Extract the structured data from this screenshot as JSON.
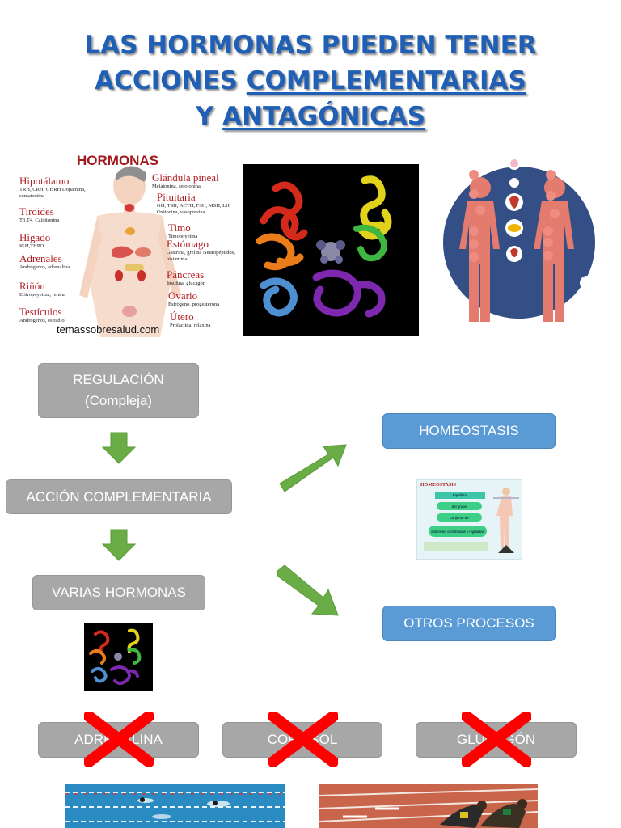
{
  "title": {
    "line1": "LAS HORMONAS PUEDEN TENER",
    "line2_prefix": "ACCIONES ",
    "line2_underlined": "COMPLEMENTARIAS",
    "line3_prefix": "Y ",
    "line3_underlined": "ANTAGÓNICAS"
  },
  "infographic": {
    "heading": "HORMONAS",
    "organs": [
      {
        "name": "Hipotálamo",
        "hormones": "TRH, CRH, GHRH Dopamina, somatostina"
      },
      {
        "name": "Tiroides",
        "hormones": "T3,T4, Calcitonina"
      },
      {
        "name": "Hígado",
        "hormones": "IGH,THPO"
      },
      {
        "name": "Adrenales",
        "hormones": "Andrógenos, adrenalina"
      },
      {
        "name": "Riñón",
        "hormones": "Eritropoyetina, renina"
      },
      {
        "name": "Testículos",
        "hormones": "Andrógenos, estradiol"
      },
      {
        "name": "Glándula pineal",
        "hormones": "Melatonina, serotonina"
      },
      {
        "name": "Pituitaria",
        "hormones": "GH, TSH, ACTH, FSH, MSH, LH Oxitocina, vasopresina"
      },
      {
        "name": "Timo",
        "hormones": "Timopoyetina"
      },
      {
        "name": "Estómago",
        "hormones": "Gastrina, grelina Neuropéptidos, histamina"
      },
      {
        "name": "Páncreas",
        "hormones": "Insulina, glucagón"
      },
      {
        "name": "Ovario",
        "hormones": "Estrógeno, progesterona"
      },
      {
        "name": "Útero",
        "hormones": "Prolactina, relaxina"
      }
    ],
    "watermark": "temassobresalud.com"
  },
  "flow": {
    "regulacion": "REGULACIÓN (Compleja)",
    "accion": "ACCIÓN COMPLEMENTARIA",
    "varias": "VARIAS HORMONAS",
    "homeostasis": "HOMEOSTASIS",
    "otros": "OTROS PROCESOS"
  },
  "homeostasis_slide": {
    "heading": "HOMEOSTASIS",
    "items": [
      "Equilibrio",
      "del grupo",
      "conjunto de",
      "deben ser coordinadas y reguladas"
    ]
  },
  "antagonists": [
    "ADRENALINA",
    "CORTISOL",
    "GLUCAGÓN"
  ],
  "colors": {
    "title": "#1f5fb5",
    "grey_box": "#a7a7a7",
    "blue_box": "#5b9bd5",
    "arrow_green": "#6aac45",
    "cross_red": "#ff0000"
  }
}
